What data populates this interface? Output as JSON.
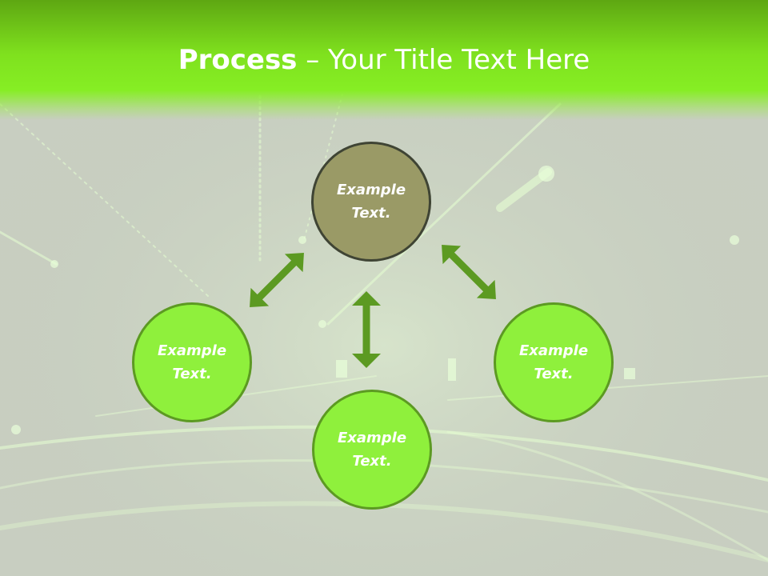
{
  "title": {
    "bold": "Process",
    "rest": " – Your Title Text Here"
  },
  "nodes": {
    "top": "Example Text.",
    "left": "Example Text.",
    "right": "Example Text.",
    "bottom": "Example Text."
  },
  "colors": {
    "header": "#7fe11e",
    "node_fill": "#8ff03c",
    "node_border": "#5c9a22",
    "top_node_fill": "#9a9a66",
    "arrow": "#5c9a22"
  }
}
